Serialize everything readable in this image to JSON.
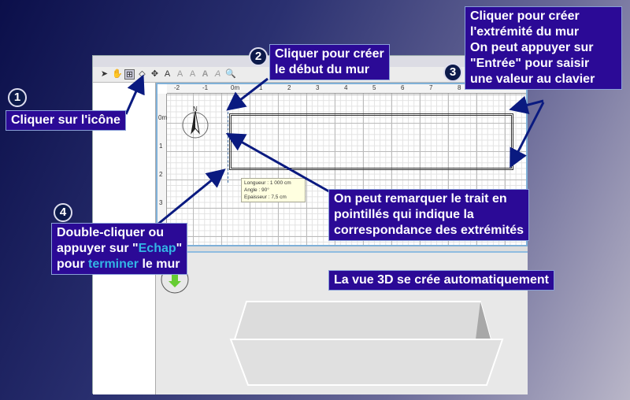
{
  "toolbar": {
    "icons": [
      "select-arrow",
      "pan-hand",
      "create-walls",
      "create-rooms",
      "create-dimensions",
      "add-text",
      "text-style-1",
      "text-style-2",
      "bold",
      "italic",
      "zoom-in",
      "zoom-out"
    ]
  },
  "ruler": {
    "top": [
      "-2",
      "-1",
      "0m",
      "1",
      "2",
      "3",
      "4",
      "5",
      "6",
      "7",
      "8"
    ],
    "left": [
      "0m",
      "1",
      "2",
      "3"
    ]
  },
  "tooltip": {
    "length": "Longueur : 1 000 cm",
    "angle": "Angle : 90°",
    "thickness": "Epaisseur : 7,5 cm"
  },
  "compass": {
    "label": "N"
  },
  "callouts": {
    "c1": {
      "number": "1",
      "text": "Cliquer sur l'icône"
    },
    "c2": {
      "number": "2",
      "line1": "Cliquer pour créer",
      "line2": "le début du mur"
    },
    "c3": {
      "number": "3",
      "line1": "Cliquer pour créer",
      "line2": "l'extrémité du mur",
      "line3": "On peut appuyer sur",
      "line4": "\"Entrée\" pour saisir",
      "line5": "une valeur au clavier"
    },
    "c4": {
      "number": "4",
      "line1": "Double-cliquer ou",
      "line2a": "appuyer sur \"",
      "line2b": "Echap",
      "line2c": "\"",
      "line3a": "pour ",
      "line3b": "terminer",
      "line3c": " le mur"
    },
    "dashed": {
      "line1": "On peut remarquer le trait en",
      "line2": "pointillés qui indique la",
      "line3": "correspondance des extrémités"
    },
    "view3d": {
      "text": "La vue 3D se crée automatiquement"
    }
  },
  "colors": {
    "callout_bg": "#2b0a96",
    "highlight": "#33b5e5",
    "arrow": "#0a1a80"
  }
}
